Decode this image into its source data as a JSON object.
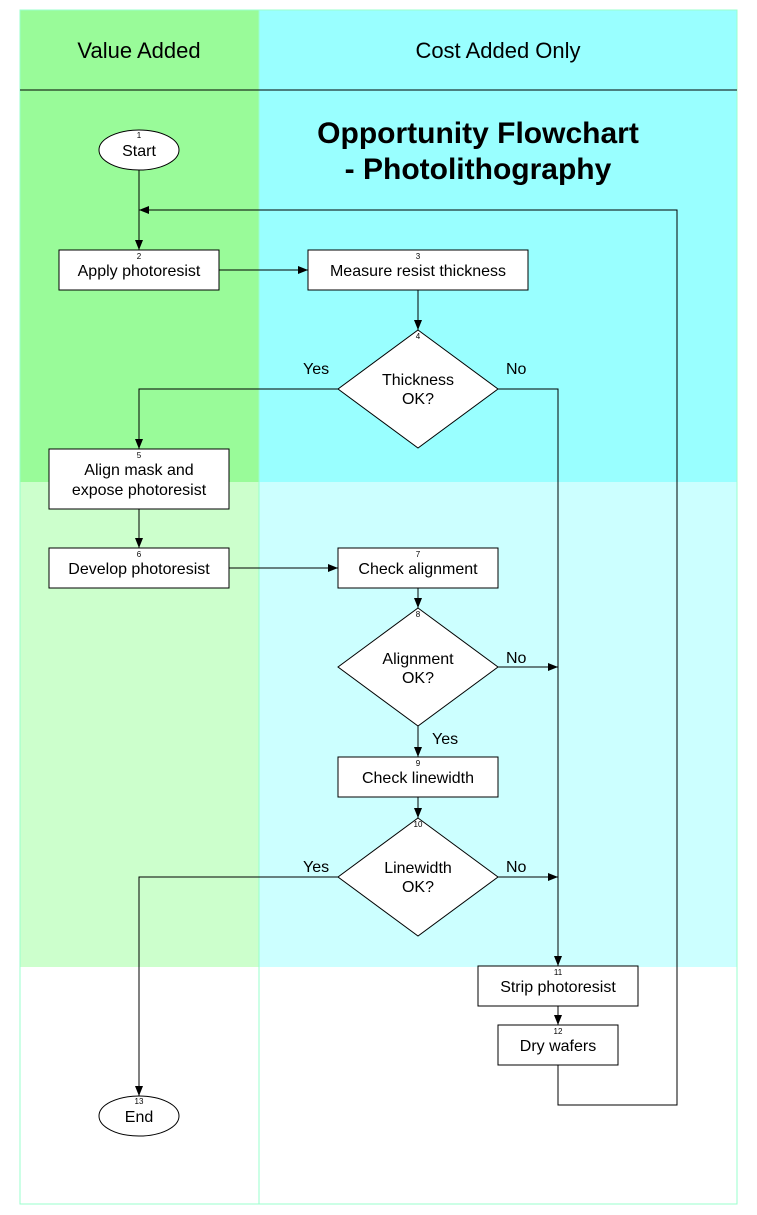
{
  "diagram": {
    "title_line1": "Opportunity Flowchart",
    "title_line2": "- Photolithography",
    "lanes": {
      "left_label": "Value Added",
      "right_label": "Cost Added Only"
    },
    "colors": {
      "value_added_dark": "#99fb99",
      "value_added_light": "#ccffcc",
      "cost_added_dark": "#99ffff",
      "cost_added_light": "#ccffff",
      "border": "#99ffcc",
      "divider": "#000000"
    },
    "nodes": [
      {
        "id": 1,
        "num": "1",
        "shape": "terminator",
        "lines": [
          "Start"
        ]
      },
      {
        "id": 2,
        "num": "2",
        "shape": "process",
        "lines": [
          "Apply photoresist"
        ]
      },
      {
        "id": 3,
        "num": "3",
        "shape": "process",
        "lines": [
          "Measure resist thickness"
        ]
      },
      {
        "id": 4,
        "num": "4",
        "shape": "decision",
        "lines": [
          "Thickness",
          "OK?"
        ]
      },
      {
        "id": 5,
        "num": "5",
        "shape": "process",
        "lines": [
          "Align mask and",
          "expose photoresist"
        ]
      },
      {
        "id": 6,
        "num": "6",
        "shape": "process",
        "lines": [
          "Develop photoresist"
        ]
      },
      {
        "id": 7,
        "num": "7",
        "shape": "process",
        "lines": [
          "Check alignment"
        ]
      },
      {
        "id": 8,
        "num": "8",
        "shape": "decision",
        "lines": [
          "Alignment",
          "OK?"
        ]
      },
      {
        "id": 9,
        "num": "9",
        "shape": "process",
        "lines": [
          "Check linewidth"
        ]
      },
      {
        "id": 10,
        "num": "10",
        "shape": "decision",
        "lines": [
          "Linewidth",
          "OK?"
        ]
      },
      {
        "id": 11,
        "num": "11",
        "shape": "process",
        "lines": [
          "Strip photoresist"
        ]
      },
      {
        "id": 12,
        "num": "12",
        "shape": "process",
        "lines": [
          "Dry wafers"
        ]
      },
      {
        "id": 13,
        "num": "13",
        "shape": "terminator",
        "lines": [
          "End"
        ]
      }
    ],
    "edges": [
      {
        "from": 1,
        "to": 2,
        "label": ""
      },
      {
        "from": 2,
        "to": 3,
        "label": ""
      },
      {
        "from": 3,
        "to": 4,
        "label": ""
      },
      {
        "from": 4,
        "to": 5,
        "label": "Yes"
      },
      {
        "from": 4,
        "to": 11,
        "label": "No"
      },
      {
        "from": 5,
        "to": 6,
        "label": ""
      },
      {
        "from": 6,
        "to": 7,
        "label": ""
      },
      {
        "from": 7,
        "to": 8,
        "label": ""
      },
      {
        "from": 8,
        "to": 9,
        "label": "Yes"
      },
      {
        "from": 8,
        "to": 11,
        "label": "No"
      },
      {
        "from": 9,
        "to": 10,
        "label": ""
      },
      {
        "from": 10,
        "to": 13,
        "label": "Yes"
      },
      {
        "from": 10,
        "to": 11,
        "label": "No"
      },
      {
        "from": 11,
        "to": 12,
        "label": ""
      },
      {
        "from": 12,
        "to": 2,
        "label": ""
      }
    ]
  }
}
